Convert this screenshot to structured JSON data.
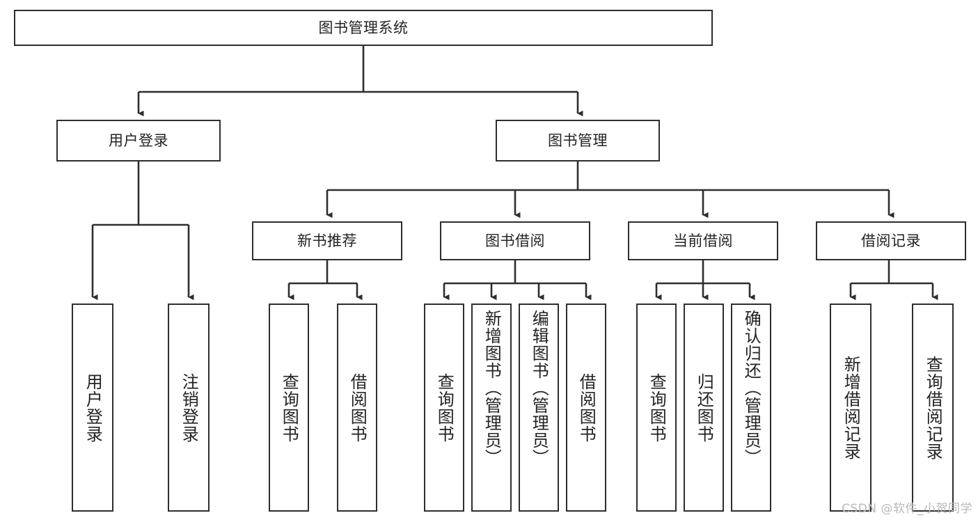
{
  "diagram": {
    "title": "图书管理系统",
    "watermark": "CSDN @软件_小贺同学",
    "root": {
      "label": "图书管理系统"
    },
    "level2": [
      {
        "label": "用户登录"
      },
      {
        "label": "图书管理"
      }
    ],
    "level3": [
      {
        "label": "新书推荐"
      },
      {
        "label": "图书借阅"
      },
      {
        "label": "当前借阅"
      },
      {
        "label": "借阅记录"
      }
    ],
    "leaves": [
      {
        "label": "用户登录",
        "parent": "用户登录"
      },
      {
        "label": "注销登录",
        "parent": "用户登录"
      },
      {
        "label": "查询图书",
        "parent": "新书推荐"
      },
      {
        "label": "借阅图书",
        "parent": "新书推荐"
      },
      {
        "label": "查询图书",
        "parent": "图书借阅"
      },
      {
        "label": "新增图书（管理员）",
        "parent": "图书借阅"
      },
      {
        "label": "编辑图书（管理员）",
        "parent": "图书借阅"
      },
      {
        "label": "借阅图书",
        "parent": "图书借阅"
      },
      {
        "label": "查询图书",
        "parent": "当前借阅"
      },
      {
        "label": "归还图书",
        "parent": "当前借阅"
      },
      {
        "label": "确认归还（管理员）",
        "parent": "当前借阅"
      },
      {
        "label": "新增借阅记录",
        "parent": "借阅记录"
      },
      {
        "label": "查询借阅记录",
        "parent": "借阅记录"
      }
    ],
    "colors": {
      "line": "#2e2e2e",
      "box_fill": "#ffffff",
      "text": "#232323",
      "watermark": "#b9b9b9"
    }
  }
}
